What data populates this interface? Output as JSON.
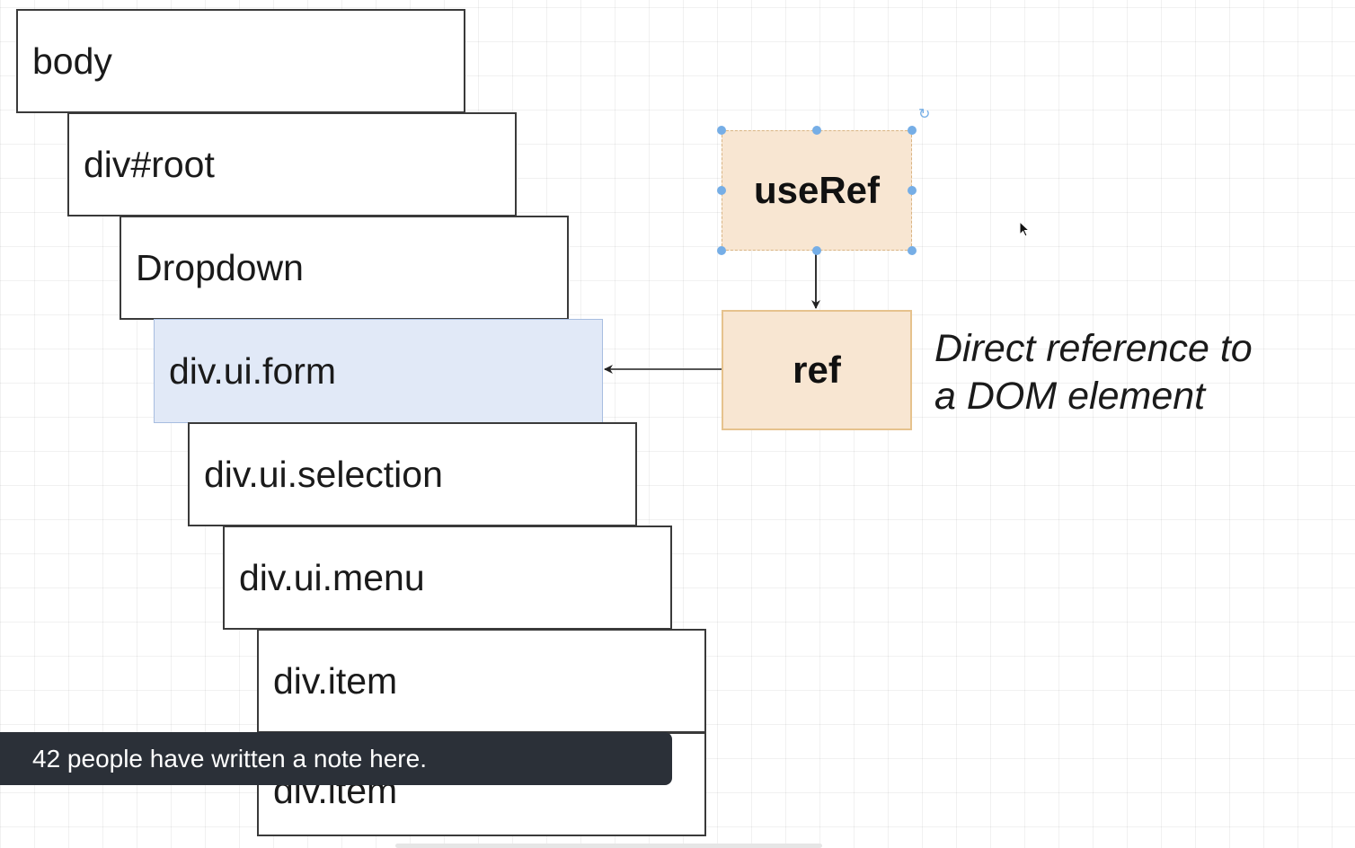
{
  "dom_tree": [
    {
      "label": "body"
    },
    {
      "label": "div#root"
    },
    {
      "label": "Dropdown"
    },
    {
      "label": "div.ui.form",
      "highlighted": true
    },
    {
      "label": "div.ui.selection"
    },
    {
      "label": "div.ui.menu"
    },
    {
      "label": "div.item"
    },
    {
      "label": "div.item"
    }
  ],
  "use_ref_box": {
    "label": "useRef"
  },
  "ref_box": {
    "label": "ref"
  },
  "annotation": {
    "line1": "Direct reference to",
    "line2": "a DOM element"
  },
  "notification": {
    "text": "42 people have written a note here."
  },
  "colors": {
    "highlight_fill": "#e1e9f7",
    "orange_fill": "#f8e6d2",
    "orange_border": "#e6c28d",
    "selection_handle": "#76aee6",
    "toast_background": "#2b3038"
  }
}
